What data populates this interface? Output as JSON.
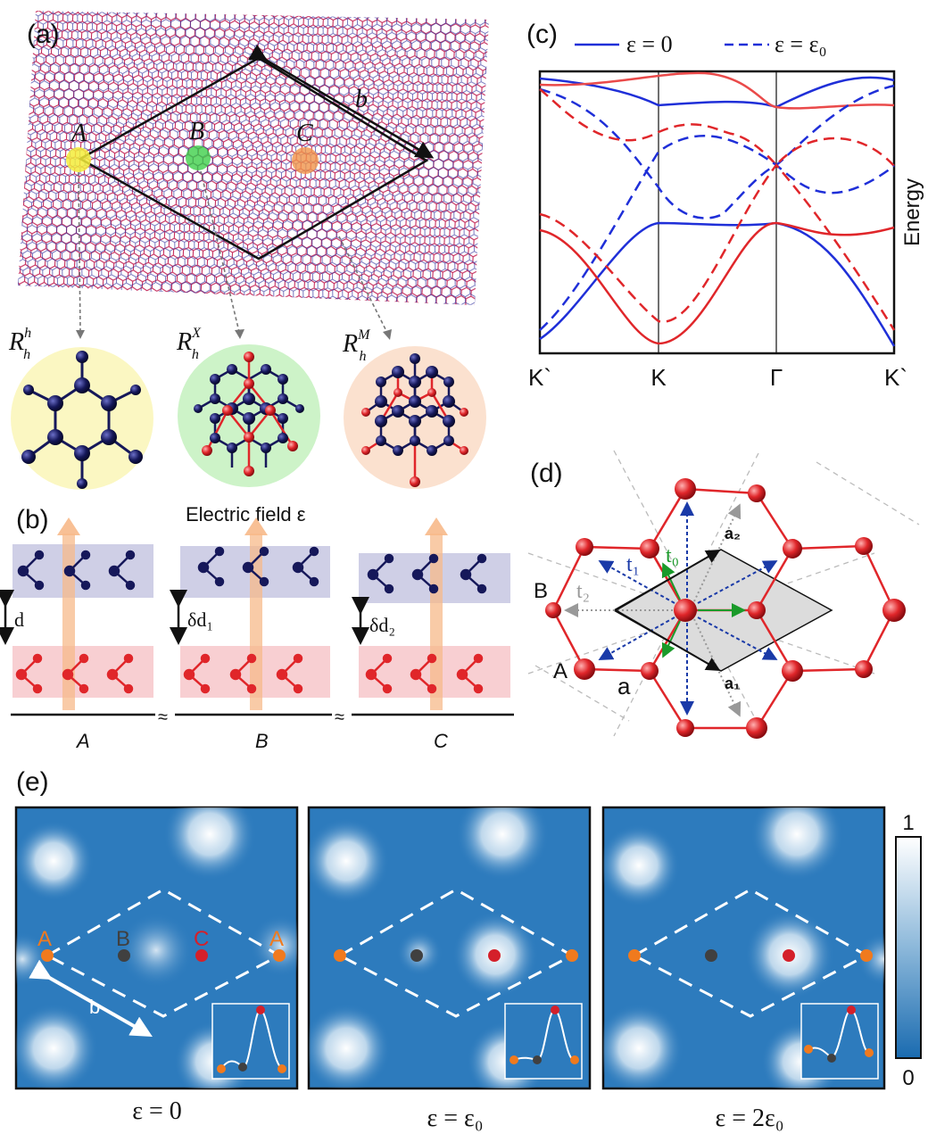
{
  "panel_labels": [
    "(a)",
    "(b)",
    "(c)",
    "(d)",
    "(e)"
  ],
  "panel_a": {
    "site_labels": [
      "A",
      "B",
      "C"
    ],
    "moire_length": "b",
    "stacking_labels": [
      {
        "main": "R",
        "sup": "h",
        "sub": "h"
      },
      {
        "main": "R",
        "sup": "X",
        "sub": "h"
      },
      {
        "main": "R",
        "sup": "M",
        "sub": "h"
      }
    ]
  },
  "panel_b": {
    "field_label": "Electric field ε",
    "spacings": [
      "d",
      "δd₁",
      "δd₂"
    ],
    "regions": [
      "A",
      "B",
      "C"
    ],
    "break_mark": "≈"
  },
  "panel_c": {
    "legend": [
      "ε = 0",
      "ε = ε₀"
    ],
    "ylabel": "Energy",
    "xticks": [
      "K`",
      "K",
      "Γ",
      "K`"
    ]
  },
  "panel_d": {
    "labels": {
      "B": "B",
      "A": "A",
      "a": "a",
      "a1": "a₁",
      "a2": "a₂",
      "t0": "t₀",
      "t1": "t₁",
      "t2": "t₂"
    }
  },
  "panel_e": {
    "site_labels": [
      "A",
      "B",
      "C",
      "A"
    ],
    "moire_length": "b",
    "captions": [
      "ε = 0",
      "ε = ε₀",
      "ε = 2ε₀"
    ],
    "colorbar": {
      "max": "1",
      "min": "0"
    }
  },
  "colors": {
    "blue": "#0a0aa8",
    "red": "#e0262a",
    "navy": "#16185a",
    "orange": "#f07a1e",
    "yellow_bg": "#fbf7c2",
    "green_bg": "#cdf3c8",
    "peach_bg": "#fbe1cf",
    "map_dark": "#1f6fb4",
    "map_light": "#ffffff"
  }
}
